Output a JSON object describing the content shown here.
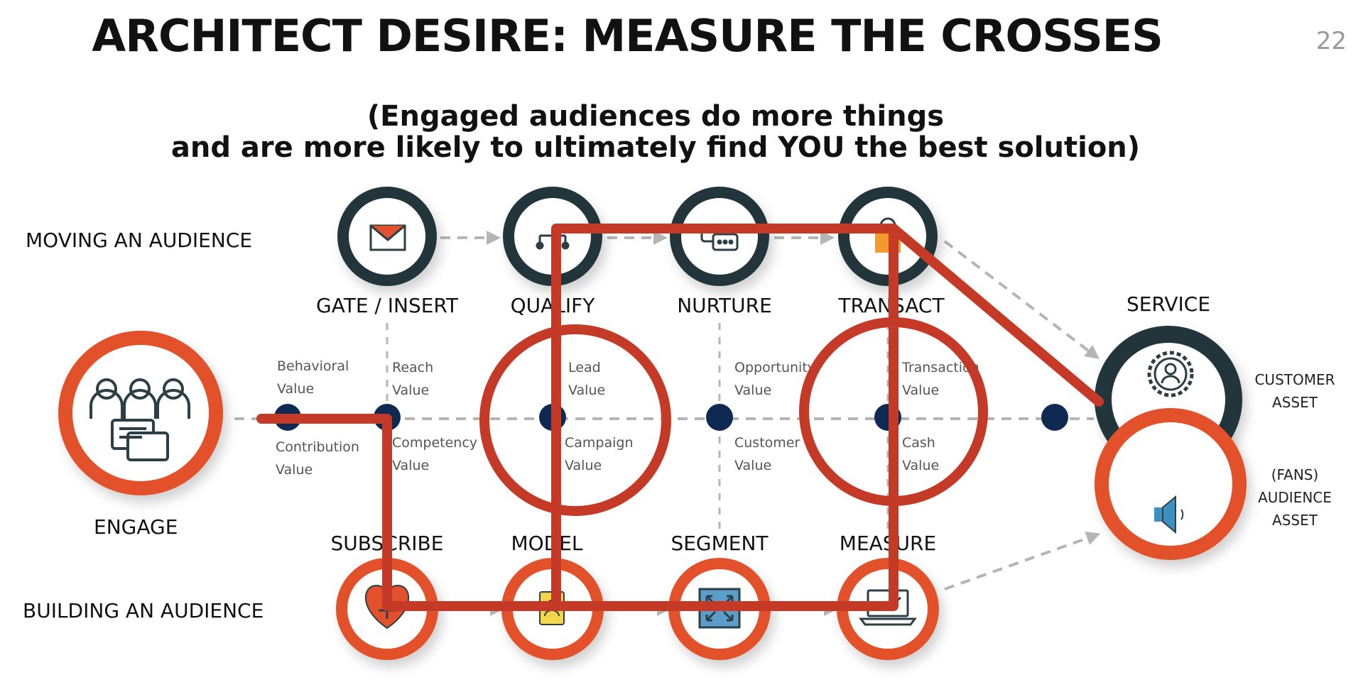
{
  "title": "ARCHITECT DESIRE: MEASURE THE CROSSES",
  "page_number": "22",
  "subtitle_line1": "(Engaged audiences do more things",
  "subtitle_line2": "and are more likely to ultimately find YOU the best solution)",
  "row_labels": {
    "moving": "MOVING AN AUDIENCE",
    "building": "BUILDING AN AUDIENCE"
  },
  "engage_label": "ENGAGE",
  "top_stages": [
    "GATE / INSERT",
    "QUALIFY",
    "NURTURE",
    "TRANSACT"
  ],
  "bottom_stages": [
    "SUBSCRIBE",
    "MODEL",
    "SEGMENT",
    "MEASURE"
  ],
  "service_label": "SERVICE",
  "assets": {
    "customer_line1": "CUSTOMER",
    "customer_line2": "ASSET",
    "fans_line1": "(FANS)",
    "fans_line2": "AUDIENCE",
    "fans_line3": "ASSET"
  },
  "values_above": [
    {
      "line1": "Behavioral",
      "line2": "Value"
    },
    {
      "line1": "Reach",
      "line2": "Value"
    },
    {
      "line1": "Lead",
      "line2": "Value"
    },
    {
      "line1": "Opportunity",
      "line2": "Value"
    },
    {
      "line1": "Transaction",
      "line2": "Value"
    }
  ],
  "values_below": [
    {
      "line1": "Contribution",
      "line2": "Value"
    },
    {
      "line1": "Competency",
      "line2": "Value"
    },
    {
      "line1": "Campaign",
      "line2": "Value"
    },
    {
      "line1": "Customer",
      "line2": "Value"
    },
    {
      "line1": "Cash",
      "line2": "Value"
    }
  ],
  "icons": {
    "engage": "people-chat-icon",
    "gate": "envelope-icon",
    "qualify": "org-chart-icon",
    "nurture": "chat-bubbles-icon",
    "transact": "shopping-bag-icon",
    "service": "customer-gear-icon",
    "audience": "speaker-icon",
    "subscribe": "heart-plus-icon",
    "model": "profile-card-icon",
    "segment": "expand-arrows-icon",
    "measure": "laptop-chart-icon"
  },
  "colors": {
    "dark_ring": "#22343a",
    "orange_ring": "#e2512b",
    "overlay_red": "#c43a26",
    "node_dot": "#0f2a52",
    "dashed": "#b5b5b5"
  }
}
